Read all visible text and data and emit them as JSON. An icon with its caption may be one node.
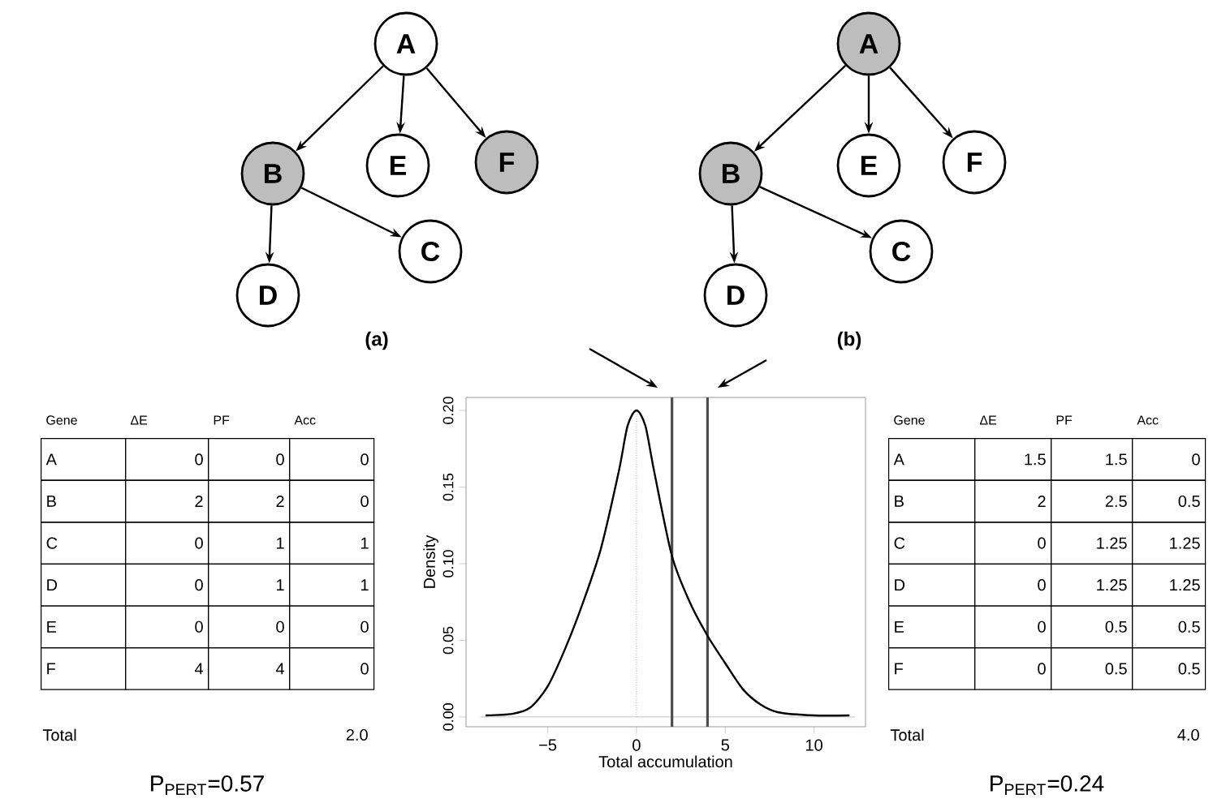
{
  "diagram": {
    "nodes": [
      {
        "text": [
          "A"
        ]
      },
      {
        "text": [
          "B"
        ]
      },
      {
        "text": [
          "E"
        ]
      },
      {
        "text": [
          "F"
        ]
      },
      {
        "text": [
          "C"
        ]
      },
      {
        "text": [
          "D"
        ]
      },
      {
        "text": [
          "A"
        ]
      },
      {
        "text": [
          "B"
        ]
      },
      {
        "text": [
          "E"
        ]
      },
      {
        "text": [
          "F"
        ]
      },
      {
        "text": [
          "C"
        ]
      },
      {
        "text": [
          "D"
        ]
      }
    ],
    "edges": [
      {
        "from": 0,
        "to": 1,
        "arrow": "to"
      },
      {
        "from": 0,
        "to": 2,
        "arrow": "to"
      },
      {
        "from": 0,
        "to": 3,
        "arrow": "to"
      },
      {
        "from": 1,
        "to": 5,
        "arrow": "to"
      },
      {
        "from": 1,
        "to": 4,
        "arrow": "to"
      },
      {
        "from": 6,
        "to": 7,
        "arrow": "to"
      },
      {
        "from": 6,
        "to": 8,
        "arrow": "to"
      },
      {
        "from": 6,
        "to": 9,
        "arrow": "to"
      },
      {
        "from": 7,
        "to": 11,
        "arrow": "to"
      },
      {
        "from": 7,
        "to": 10,
        "arrow": "to"
      }
    ],
    "labels": [
      "(a)",
      "(b)",
      "Gene",
      "ΔE",
      "PF",
      "Acc",
      "A",
      "0",
      "0",
      "0",
      "B",
      "2",
      "2",
      "0",
      "C",
      "0",
      "1",
      "1",
      "D",
      "0",
      "1",
      "1",
      "E",
      "0",
      "0",
      "0",
      "F",
      "4",
      "4",
      "0",
      "Total",
      "2.0",
      "P$_{PERT}$=0.57",
      "Gene",
      "ΔE",
      "PF",
      "Acc",
      "A",
      "1.5",
      "1.5",
      "0",
      "B",
      "2",
      "2.5",
      "0.5",
      "C",
      "0",
      "1.25",
      "1.25",
      "D",
      "0",
      "1.25",
      "1.25",
      "E",
      "0",
      "0.5",
      "0.5",
      "F",
      "0",
      "0.5",
      "0.5",
      "Total",
      "4.0",
      "P$_{PERT}$=0.24"
    ],
    "chart_data": {
      "type": "line",
      "xlabel": "Total accumulation",
      "ylabel": "Density",
      "x": [
        -8.5,
        -7,
        -6,
        -5,
        -4,
        -3,
        -2,
        -1,
        -0.5,
        0,
        0.5,
        1,
        2,
        3,
        4,
        5,
        6,
        7,
        8,
        10,
        12
      ],
      "series": [
        {
          "color": "#000000",
          "values": [
            0.001,
            0.002,
            0.006,
            0.02,
            0.045,
            0.075,
            0.11,
            0.16,
            0.19,
            0.2,
            0.19,
            0.16,
            0.105,
            0.075,
            0.053,
            0.035,
            0.018,
            0.008,
            0.003,
            0.001,
            0.001
          ]
        }
      ],
      "xlim": [
        -9.6,
        12.9
      ],
      "ylim": [
        -0.0064,
        0.2085
      ],
      "xticks": [
        {
          "value": -5,
          "label": "−5"
        },
        {
          "value": 0,
          "label": "0"
        },
        {
          "value": 5,
          "label": "5"
        },
        {
          "value": 10,
          "label": "10"
        }
      ],
      "yticks": [
        {
          "value": 0,
          "label": "0.00"
        },
        {
          "value": 0.05,
          "label": "0.05"
        },
        {
          "value": 0.1,
          "label": "0.10"
        },
        {
          "value": 0.15,
          "label": "0.15"
        },
        {
          "value": 0.2,
          "label": "0.20"
        }
      ],
      "ref_lines": [
        {
          "axis": "x",
          "value": 0
        },
        {
          "axis": "y",
          "value": 0
        },
        {
          "axis": "x",
          "value": 2
        },
        {
          "axis": "x",
          "value": 4
        }
      ]
    }
  }
}
